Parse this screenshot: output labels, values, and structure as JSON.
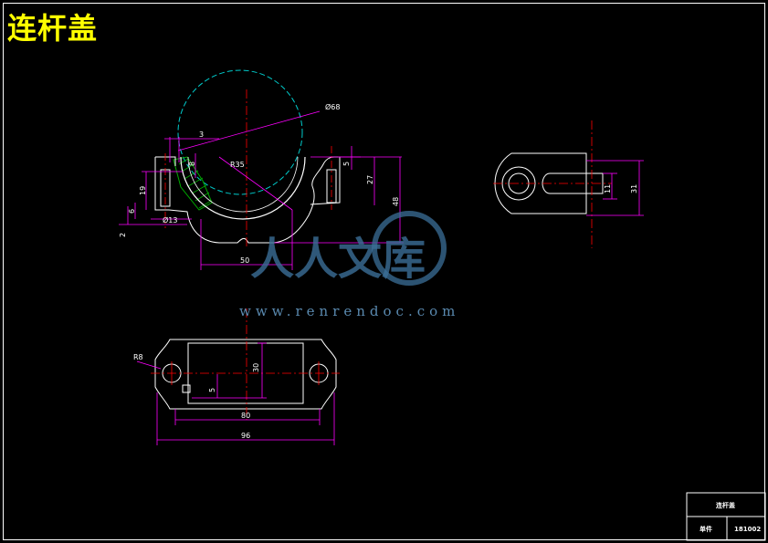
{
  "title": "连杆盖",
  "dimensions": {
    "d68": "Ø68",
    "three": "3",
    "r35": "R35",
    "eight": "8",
    "nineteen": "19",
    "six": "6",
    "two": "2",
    "d13": "Ø13",
    "five_top": "5",
    "twentyseven": "27",
    "fortyeight": "48",
    "fifty": "50",
    "eleven": "11",
    "thirtyone": "31",
    "r8": "R8",
    "thirty": "30",
    "five_bottom": "5",
    "eighty": "80",
    "ninetysix": "96"
  },
  "watermark": {
    "chars": "人人文库",
    "url": "www.renrendoc.com"
  },
  "title_block": {
    "name": "连杆盖",
    "label": "单件",
    "number": "181002"
  },
  "colors": {
    "background": "#000000",
    "outline": "#ffffff",
    "dimension": "#ff00ff",
    "center": "#ff0000",
    "phantom": "#00cccc",
    "hatch": "#00aa00",
    "title": "#ffff00"
  }
}
